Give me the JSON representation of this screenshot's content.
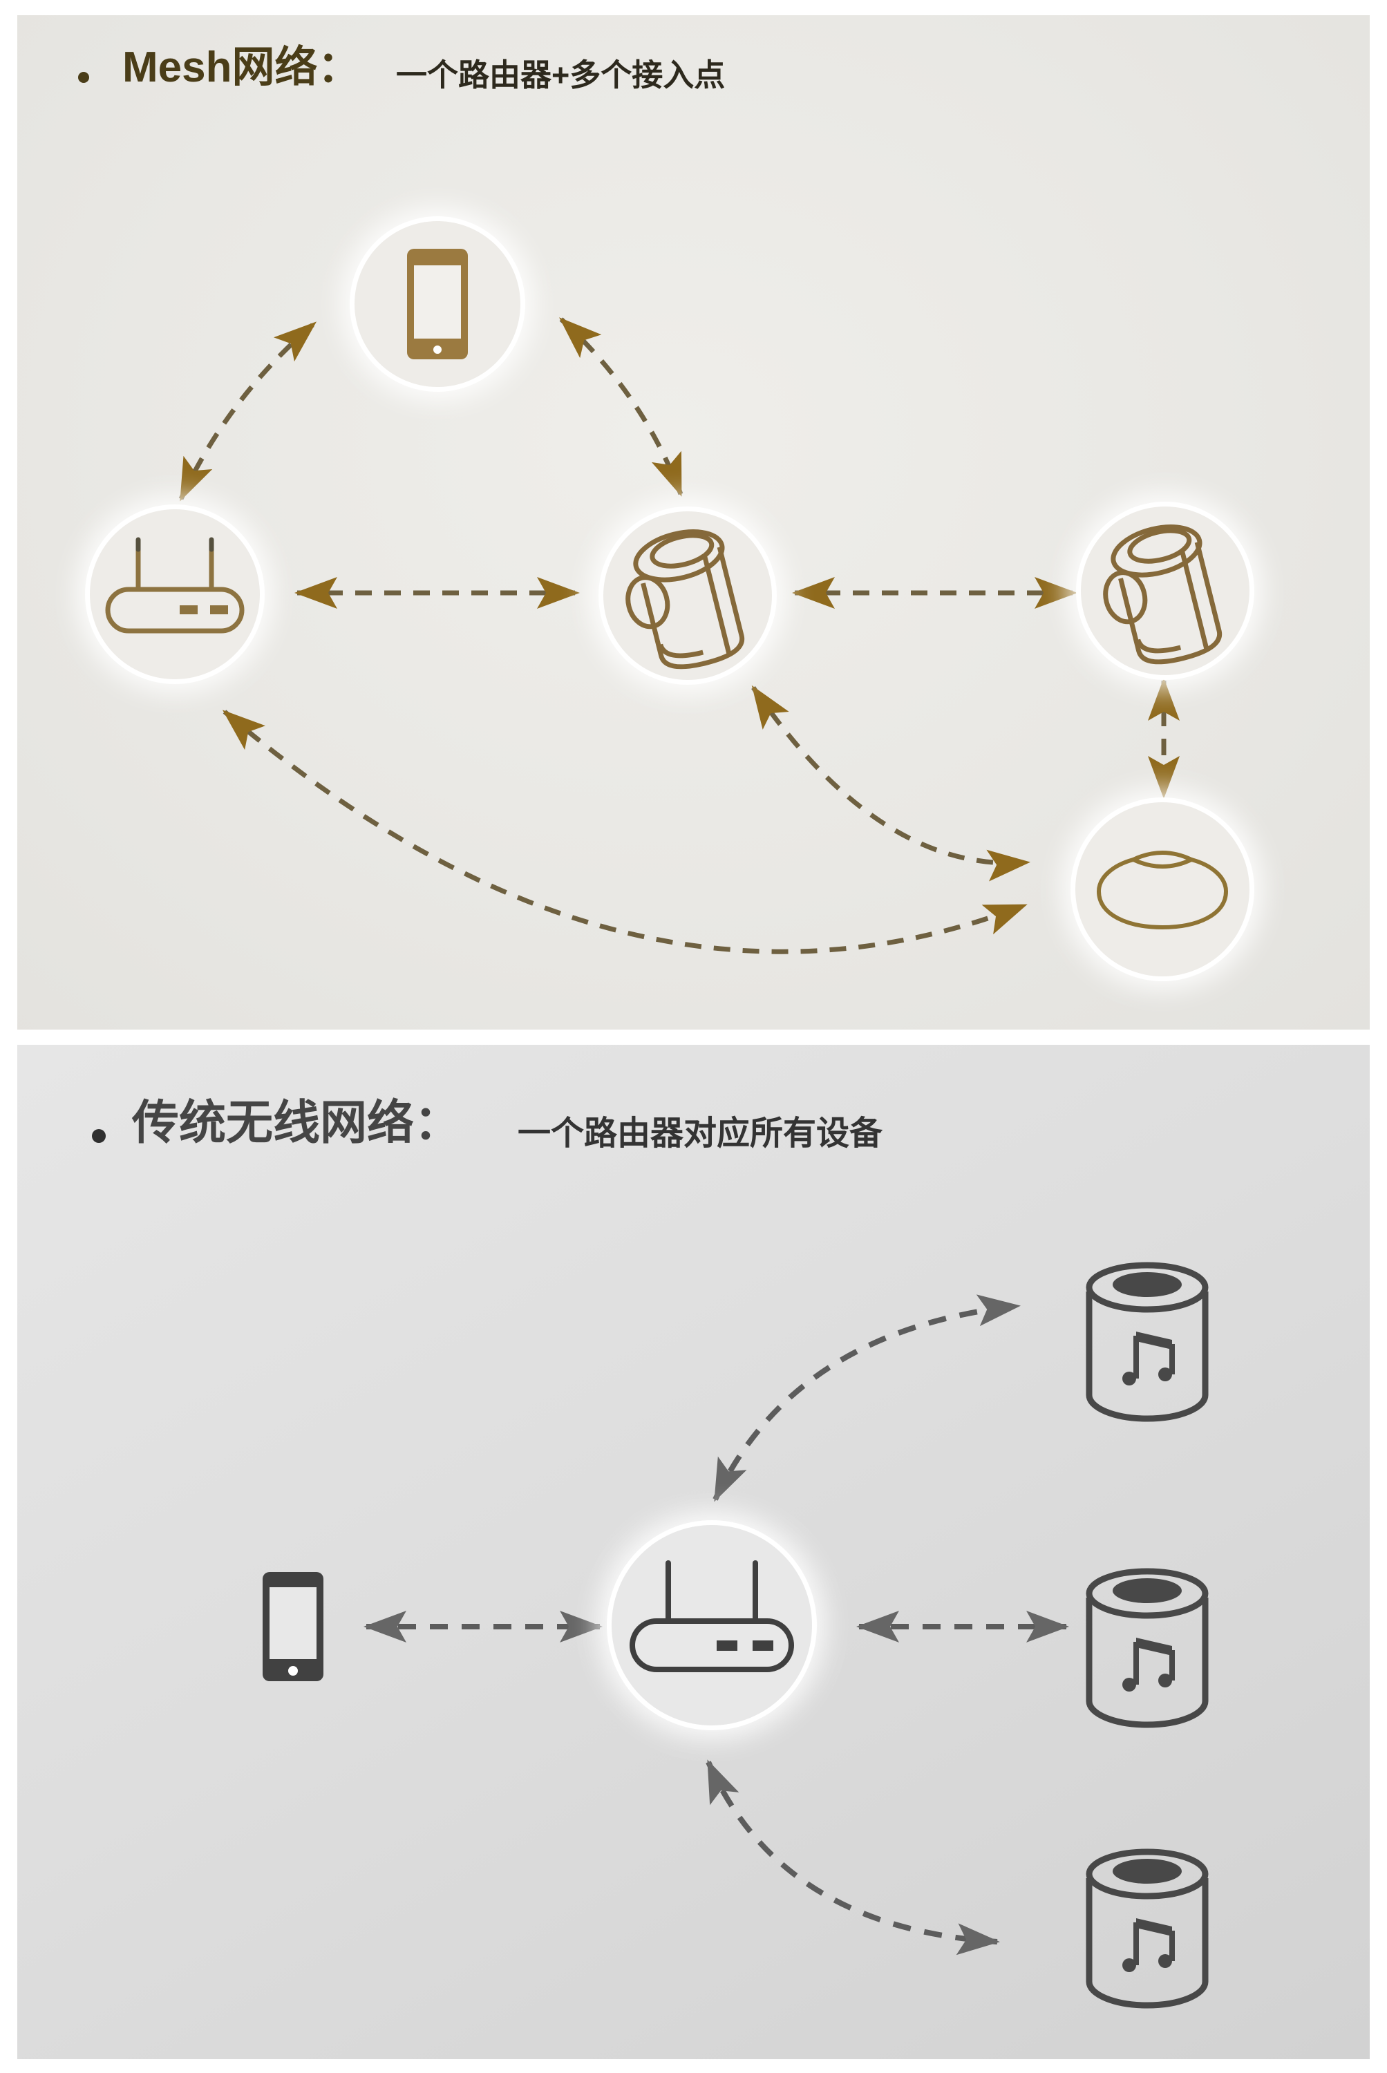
{
  "panels": {
    "mesh": {
      "bullet": "•",
      "title": "Mesh网络：",
      "subtitle": "一个路由器+多个接入点",
      "colors": {
        "background": "#e9e8e4",
        "title": "#4a3d18",
        "subtitle": "#2d291d",
        "dash_line": "#6e6040",
        "arrowhead": "#8f6a1d",
        "icon_stroke": "#8a6f3c"
      },
      "nodes": [
        {
          "id": "phone",
          "icon": "smartphone-icon"
        },
        {
          "id": "router",
          "icon": "wifi-router-icon"
        },
        {
          "id": "speaker-a",
          "icon": "smart-speaker-icon"
        },
        {
          "id": "speaker-b",
          "icon": "smart-speaker-icon"
        },
        {
          "id": "dome-speaker",
          "icon": "dome-speaker-icon"
        }
      ],
      "links": [
        {
          "from": "phone",
          "to": "router",
          "bidirectional": true,
          "style": "dashed-curved"
        },
        {
          "from": "phone",
          "to": "speaker-a",
          "bidirectional": true,
          "style": "dashed-curved"
        },
        {
          "from": "router",
          "to": "speaker-a",
          "bidirectional": true,
          "style": "dashed-straight"
        },
        {
          "from": "speaker-a",
          "to": "speaker-b",
          "bidirectional": true,
          "style": "dashed-straight"
        },
        {
          "from": "speaker-b",
          "to": "dome-speaker",
          "bidirectional": true,
          "style": "dashed-straight"
        },
        {
          "from": "speaker-a",
          "to": "dome-speaker",
          "bidirectional": true,
          "style": "dashed-curved"
        },
        {
          "from": "router",
          "to": "dome-speaker",
          "bidirectional": true,
          "style": "dashed-curved"
        }
      ]
    },
    "traditional": {
      "bullet": "•",
      "title": "传统无线网络：",
      "subtitle": "一个路由器对应所有设备",
      "colors": {
        "background": "#dedede",
        "title": "#454545",
        "subtitle": "#333333",
        "dash_line": "#5c5c5c",
        "arrowhead": "#666666",
        "icon_stroke": "#484848"
      },
      "nodes": [
        {
          "id": "phone",
          "icon": "smartphone-icon"
        },
        {
          "id": "router",
          "icon": "wifi-router-icon"
        },
        {
          "id": "speaker-1",
          "icon": "music-speaker-icon"
        },
        {
          "id": "speaker-2",
          "icon": "music-speaker-icon"
        },
        {
          "id": "speaker-3",
          "icon": "music-speaker-icon"
        }
      ],
      "links": [
        {
          "from": "phone",
          "to": "router",
          "bidirectional": true,
          "style": "dashed-straight"
        },
        {
          "from": "router",
          "to": "speaker-1",
          "bidirectional": true,
          "style": "dashed-curved"
        },
        {
          "from": "router",
          "to": "speaker-2",
          "bidirectional": true,
          "style": "dashed-straight"
        },
        {
          "from": "router",
          "to": "speaker-3",
          "bidirectional": true,
          "style": "dashed-curved"
        }
      ]
    }
  }
}
